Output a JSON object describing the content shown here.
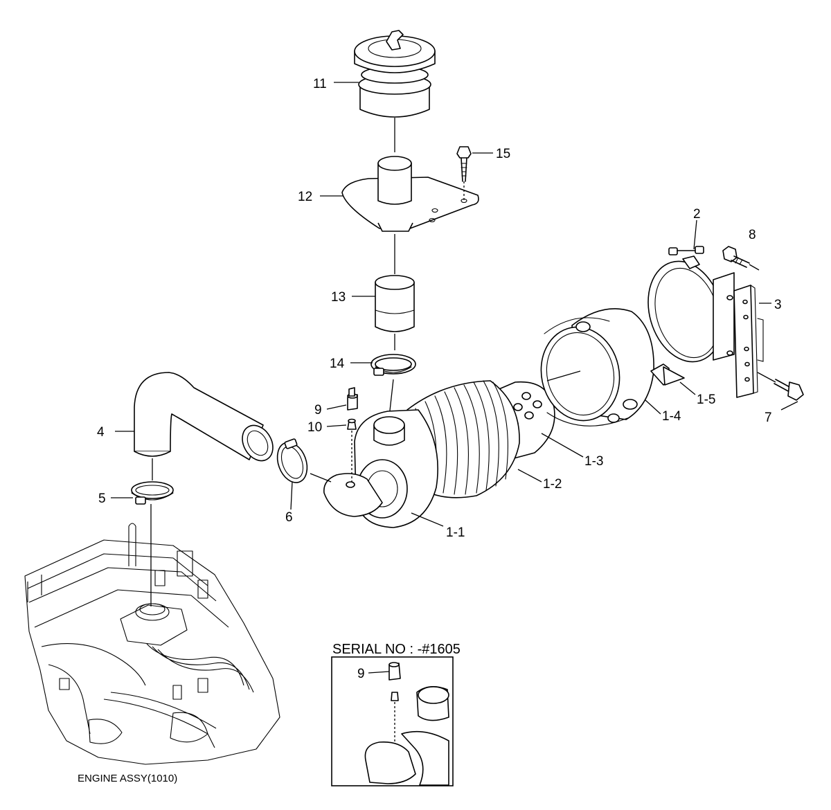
{
  "callouts": {
    "p1_1": "1-1",
    "p1_2": "1-2",
    "p1_3": "1-3",
    "p1_4": "1-4",
    "p1_5": "1-5",
    "p2": "2",
    "p3": "3",
    "p4": "4",
    "p5": "5",
    "p6": "6",
    "p7": "7",
    "p8": "8",
    "p9": "9",
    "p10": "10",
    "p11": "11",
    "p12": "12",
    "p13": "13",
    "p14": "14",
    "p15": "15"
  },
  "engine_label": "ENGINE ASSY(1010)",
  "inset": {
    "title": "SERIAL NO : -#1605",
    "callout": "9"
  }
}
